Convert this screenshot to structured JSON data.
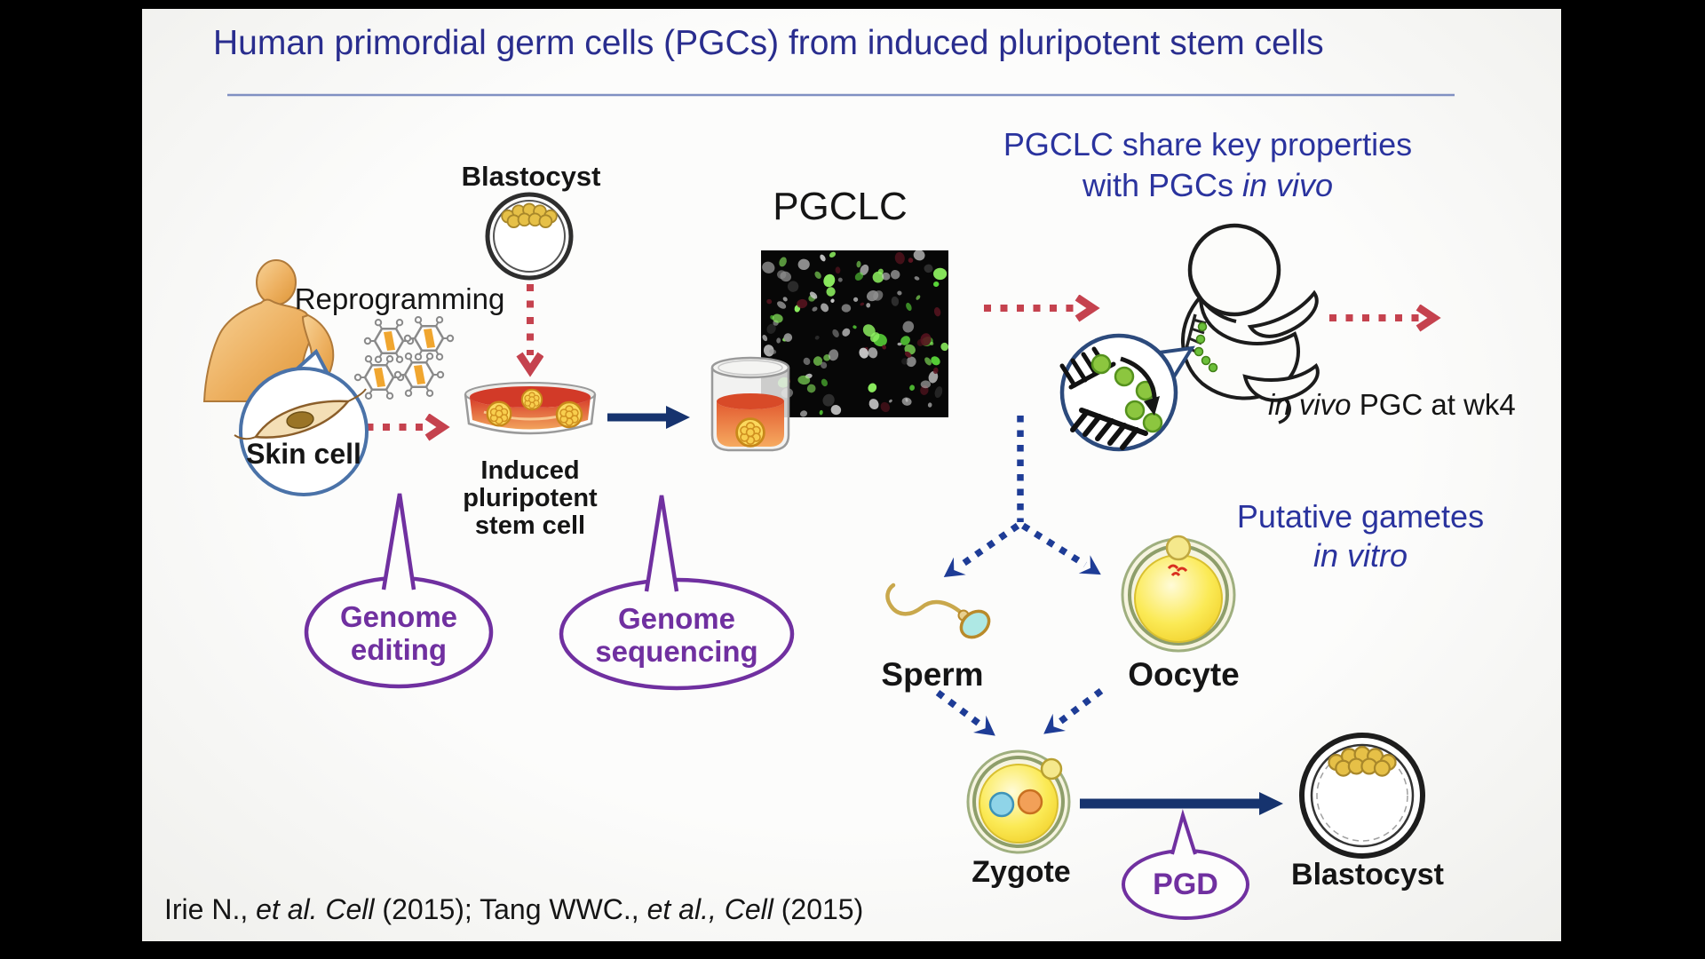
{
  "slide": {
    "title": "Human primordial germ cells (PGCs) from induced pluripotent stem cells",
    "citation": {
      "seg1": "Irie N., ",
      "seg2": "et al. Cell",
      "seg3": " (2015); Tang WWC., ",
      "seg4": "et al., Cell",
      "seg5": " (2015)"
    }
  },
  "flow": {
    "blastocyst_top_label": "Blastocyst",
    "reprogramming_label": "Reprogramming",
    "skin_cell_label": "Skin cell",
    "ipsc_label_line1": "Induced",
    "ipsc_label_line2": "pluripotent",
    "ipsc_label_line3": "stem cell",
    "pgclc_label": "PGCLC",
    "share_title_line1": "PGCLC share key properties",
    "share_title_line2_prefix": "with PGCs ",
    "share_title_line2_italic": "in vivo",
    "invivo_pgc_italic": "in vivo",
    "invivo_pgc_text": " PGC at wk4",
    "putative_line1": "Putative gametes",
    "putative_line2_italic": "in vitro",
    "sperm_label": "Sperm",
    "oocyte_label": "Oocyte",
    "zygote_label": "Zygote",
    "pgd_label": "PGD",
    "blastocyst_bottom_label": "Blastocyst"
  },
  "callouts": {
    "genome_editing_line1": "Genome",
    "genome_editing_line2": "editing",
    "genome_sequencing_line1": "Genome",
    "genome_sequencing_line2": "sequencing"
  },
  "colors": {
    "title_blue": "#292D8E",
    "annotation_blue": "#2A339E",
    "label_black": "#151515",
    "callout_purple": "#7030A0",
    "arrow_red": "#C5424E",
    "arrow_blue": "#1E3C96",
    "fluorescence_green": "#5EE03C"
  }
}
